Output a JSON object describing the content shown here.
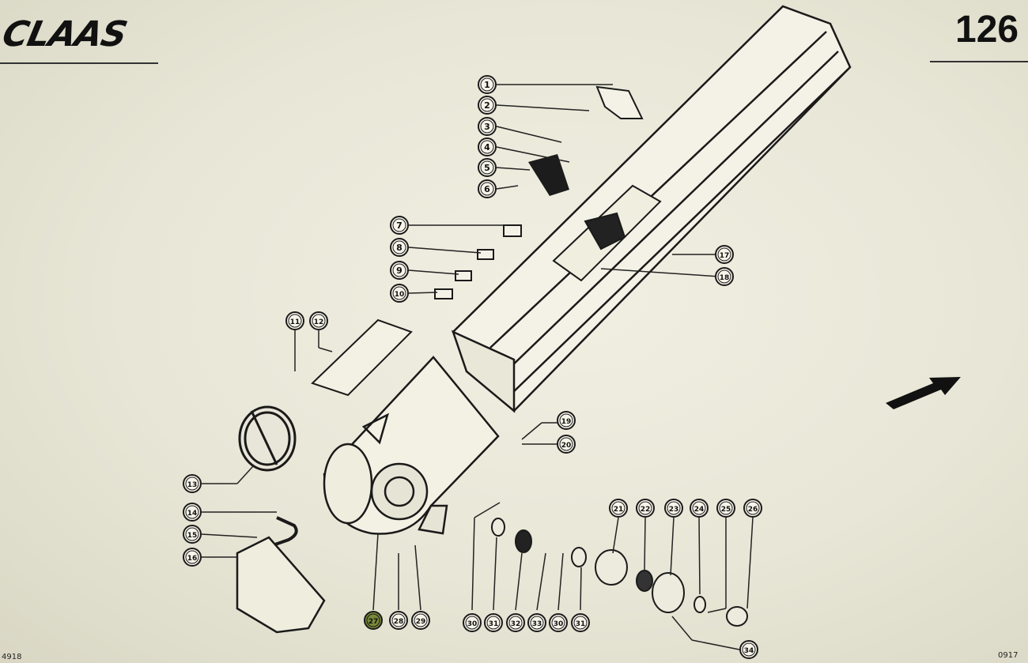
{
  "header": {
    "brand": "CLAAS",
    "page_number": "126"
  },
  "footer": {
    "left_code": "4918",
    "right_code": "0917"
  },
  "callouts": [
    "1",
    "2",
    "3",
    "4",
    "5",
    "6",
    "7",
    "8",
    "9",
    "10",
    "11",
    "12",
    "13",
    "14",
    "15",
    "16",
    "17",
    "18",
    "19",
    "20",
    "21",
    "22",
    "23",
    "24",
    "25",
    "26",
    "27",
    "28",
    "29",
    "30",
    "31",
    "32",
    "33",
    "30",
    "31",
    "34"
  ]
}
